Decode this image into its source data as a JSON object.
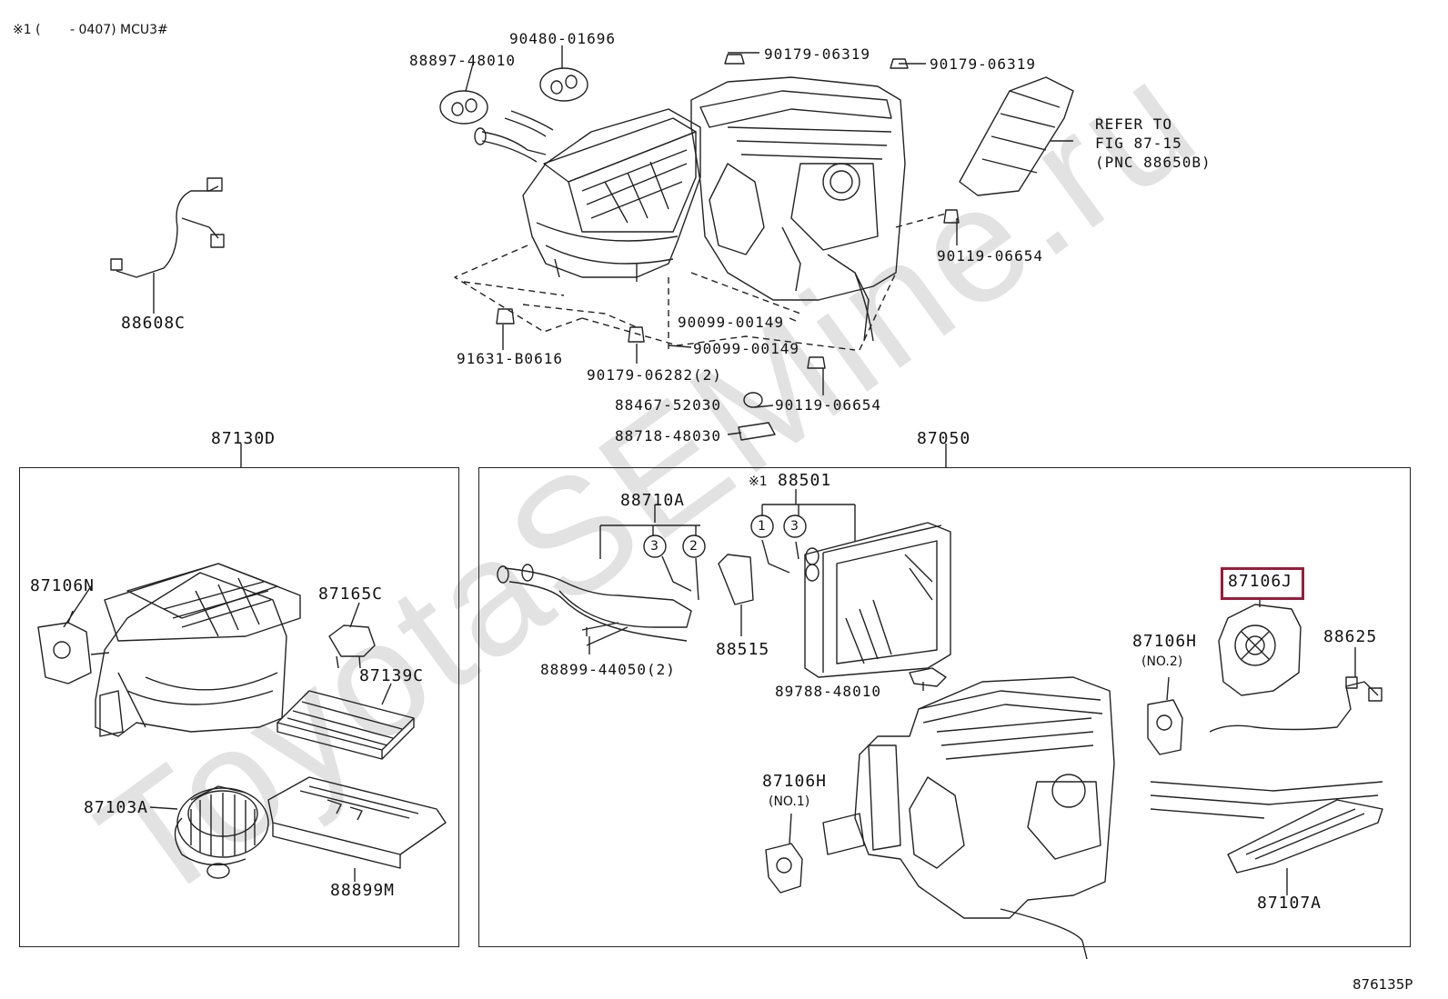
{
  "header": {
    "note": "※1 (　　 - 0407) MCU3#",
    "figure_code": "876135P"
  },
  "watermark": {
    "text": "ToyotaSEMine.ru",
    "color": "#dcdcdc"
  },
  "colors": {
    "highlight": "#9a1b3a",
    "line": "#222222"
  },
  "top_parts": {
    "p88897": "88897-48010",
    "p90480": "90480-01696",
    "p90179a": "90179-06319",
    "p90179b": "90179-06319",
    "refer_line1": "REFER TO",
    "refer_line2": "FIG 87-15",
    "refer_line3": "(PNC 88650B)",
    "p90119a": "90119-06654",
    "p88608": "88608C",
    "p90099a": "90099-00149",
    "p90099b": "90099-00149",
    "p91631": "91631-B0616",
    "p90179c": "90179-06282(2)",
    "p90119b": "90119-06654",
    "p88467": "88467-52030",
    "p88718": "88718-48030"
  },
  "group_left": {
    "title": "87130D",
    "p87106n": "87106N",
    "p87165c": "87165C",
    "p87139c": "87139C",
    "p87103a": "87103A",
    "p88899m": "88899M"
  },
  "group_right": {
    "title": "87050",
    "note_mark": "※1",
    "p88501": "88501",
    "p88710a": "88710A",
    "circle1": "1",
    "circle3a": "3",
    "circle3b": "3",
    "circle2": "2",
    "p88515": "88515",
    "p88899": "88899-44050(2)",
    "p89788": "89788-48010",
    "p87106j": "87106J",
    "p87106h2": "87106H",
    "p87106h2_sub": "(NO.2)",
    "p88625": "88625",
    "p87106h1": "87106H",
    "p87106h1_sub": "(NO.1)",
    "p87107a": "87107A"
  }
}
